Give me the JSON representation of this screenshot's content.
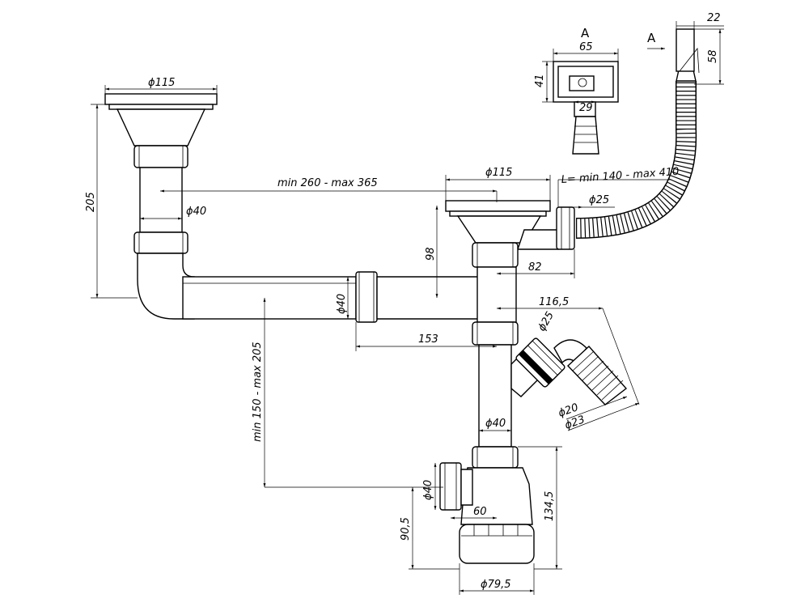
{
  "dimensions": {
    "d115_left": "ϕ115",
    "h205": "205",
    "d40_left": "ϕ40",
    "range_260_365": "min 260 - max 365",
    "d115_right": "ϕ115",
    "hose_length": "L= min 140 - max 410",
    "d25_top": "ϕ25",
    "h98": "98",
    "w82": "82",
    "d40_mid": "ϕ40",
    "w116_5": "116,5",
    "w153": "153",
    "d25_side": "ϕ25",
    "range_150_205": "min 150 - max 205",
    "d20": "ϕ20",
    "d23": "ϕ23",
    "d40_lower": "ϕ40",
    "d40_outlet": "ϕ40",
    "w60": "60",
    "h90_5": "90,5",
    "h134_5": "134,5",
    "d79_5": "ϕ79,5",
    "w65": "65",
    "h41": "41",
    "w29": "29",
    "w22": "22",
    "h58": "58"
  },
  "view_labels": {
    "view_a_top": "A",
    "view_a_arrow": "A"
  }
}
